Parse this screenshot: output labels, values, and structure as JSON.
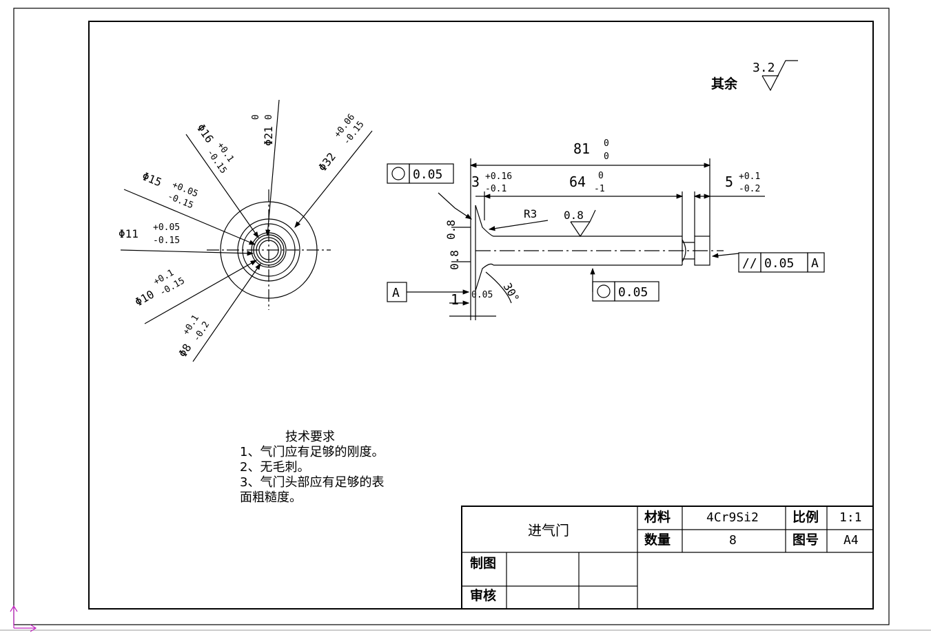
{
  "roughness": {
    "other_label": "其余",
    "value": "3.2",
    "stem_value": "0.8"
  },
  "front_view": {
    "d21": {
      "label": "Φ21",
      "upper": "0",
      "lower": "0"
    },
    "d32": {
      "label": "Φ32",
      "upper": "+0.06",
      "lower": "-0.15"
    },
    "d16": {
      "label": "Φ16",
      "upper": "+0.1",
      "lower": "-0.15"
    },
    "d15": {
      "label": "Φ15",
      "upper": "+0.05",
      "lower": "-0.15"
    },
    "d11": {
      "label": "Φ11",
      "upper": "+0.05",
      "lower": "-0.15"
    },
    "d10": {
      "label": "Φ10",
      "upper": "+0.1",
      "lower": "-0.15"
    },
    "d8": {
      "label": "Φ8",
      "upper": "+0.1",
      "lower": "-0.2"
    }
  },
  "side_view": {
    "len81": {
      "value": "81",
      "upper": "0",
      "lower": "0"
    },
    "len64": {
      "value": "64",
      "upper": "0",
      "lower": "-1"
    },
    "len3": {
      "value": "3",
      "upper": "+0.16",
      "lower": "-0.1"
    },
    "len5": {
      "value": "5",
      "upper": "+0.1",
      "lower": "-0.2"
    },
    "radius": "R3",
    "head_08_a": "0.8",
    "head_08_b": "0.8",
    "angle": "30°",
    "dim_1": "1",
    "dim_05": "0.05"
  },
  "tolerance_frames": {
    "circ_top": {
      "symbol": "○",
      "value": "0.05"
    },
    "circ_stem": {
      "symbol": "○",
      "value": "0.05"
    },
    "parallel": {
      "symbol": "//",
      "value": "0.05",
      "datum": "A"
    },
    "datum_box": "A"
  },
  "tech_requirements": {
    "title": "技术要求",
    "lines": [
      "1、气门应有足够的刚度。",
      "2、无毛刺。",
      "3、气门头部应有足够的表",
      "面粗糙度。"
    ]
  },
  "title_block": {
    "part_name": "进气门",
    "material_label": "材料",
    "material_value": "4Cr9Si2",
    "scale_label": "比例",
    "scale_value": "1:1",
    "quantity_label": "数量",
    "quantity_value": "8",
    "drawing_no_label": "图号",
    "drawing_no_value": "A4",
    "drawn_label": "制图",
    "checked_label": "审核"
  }
}
